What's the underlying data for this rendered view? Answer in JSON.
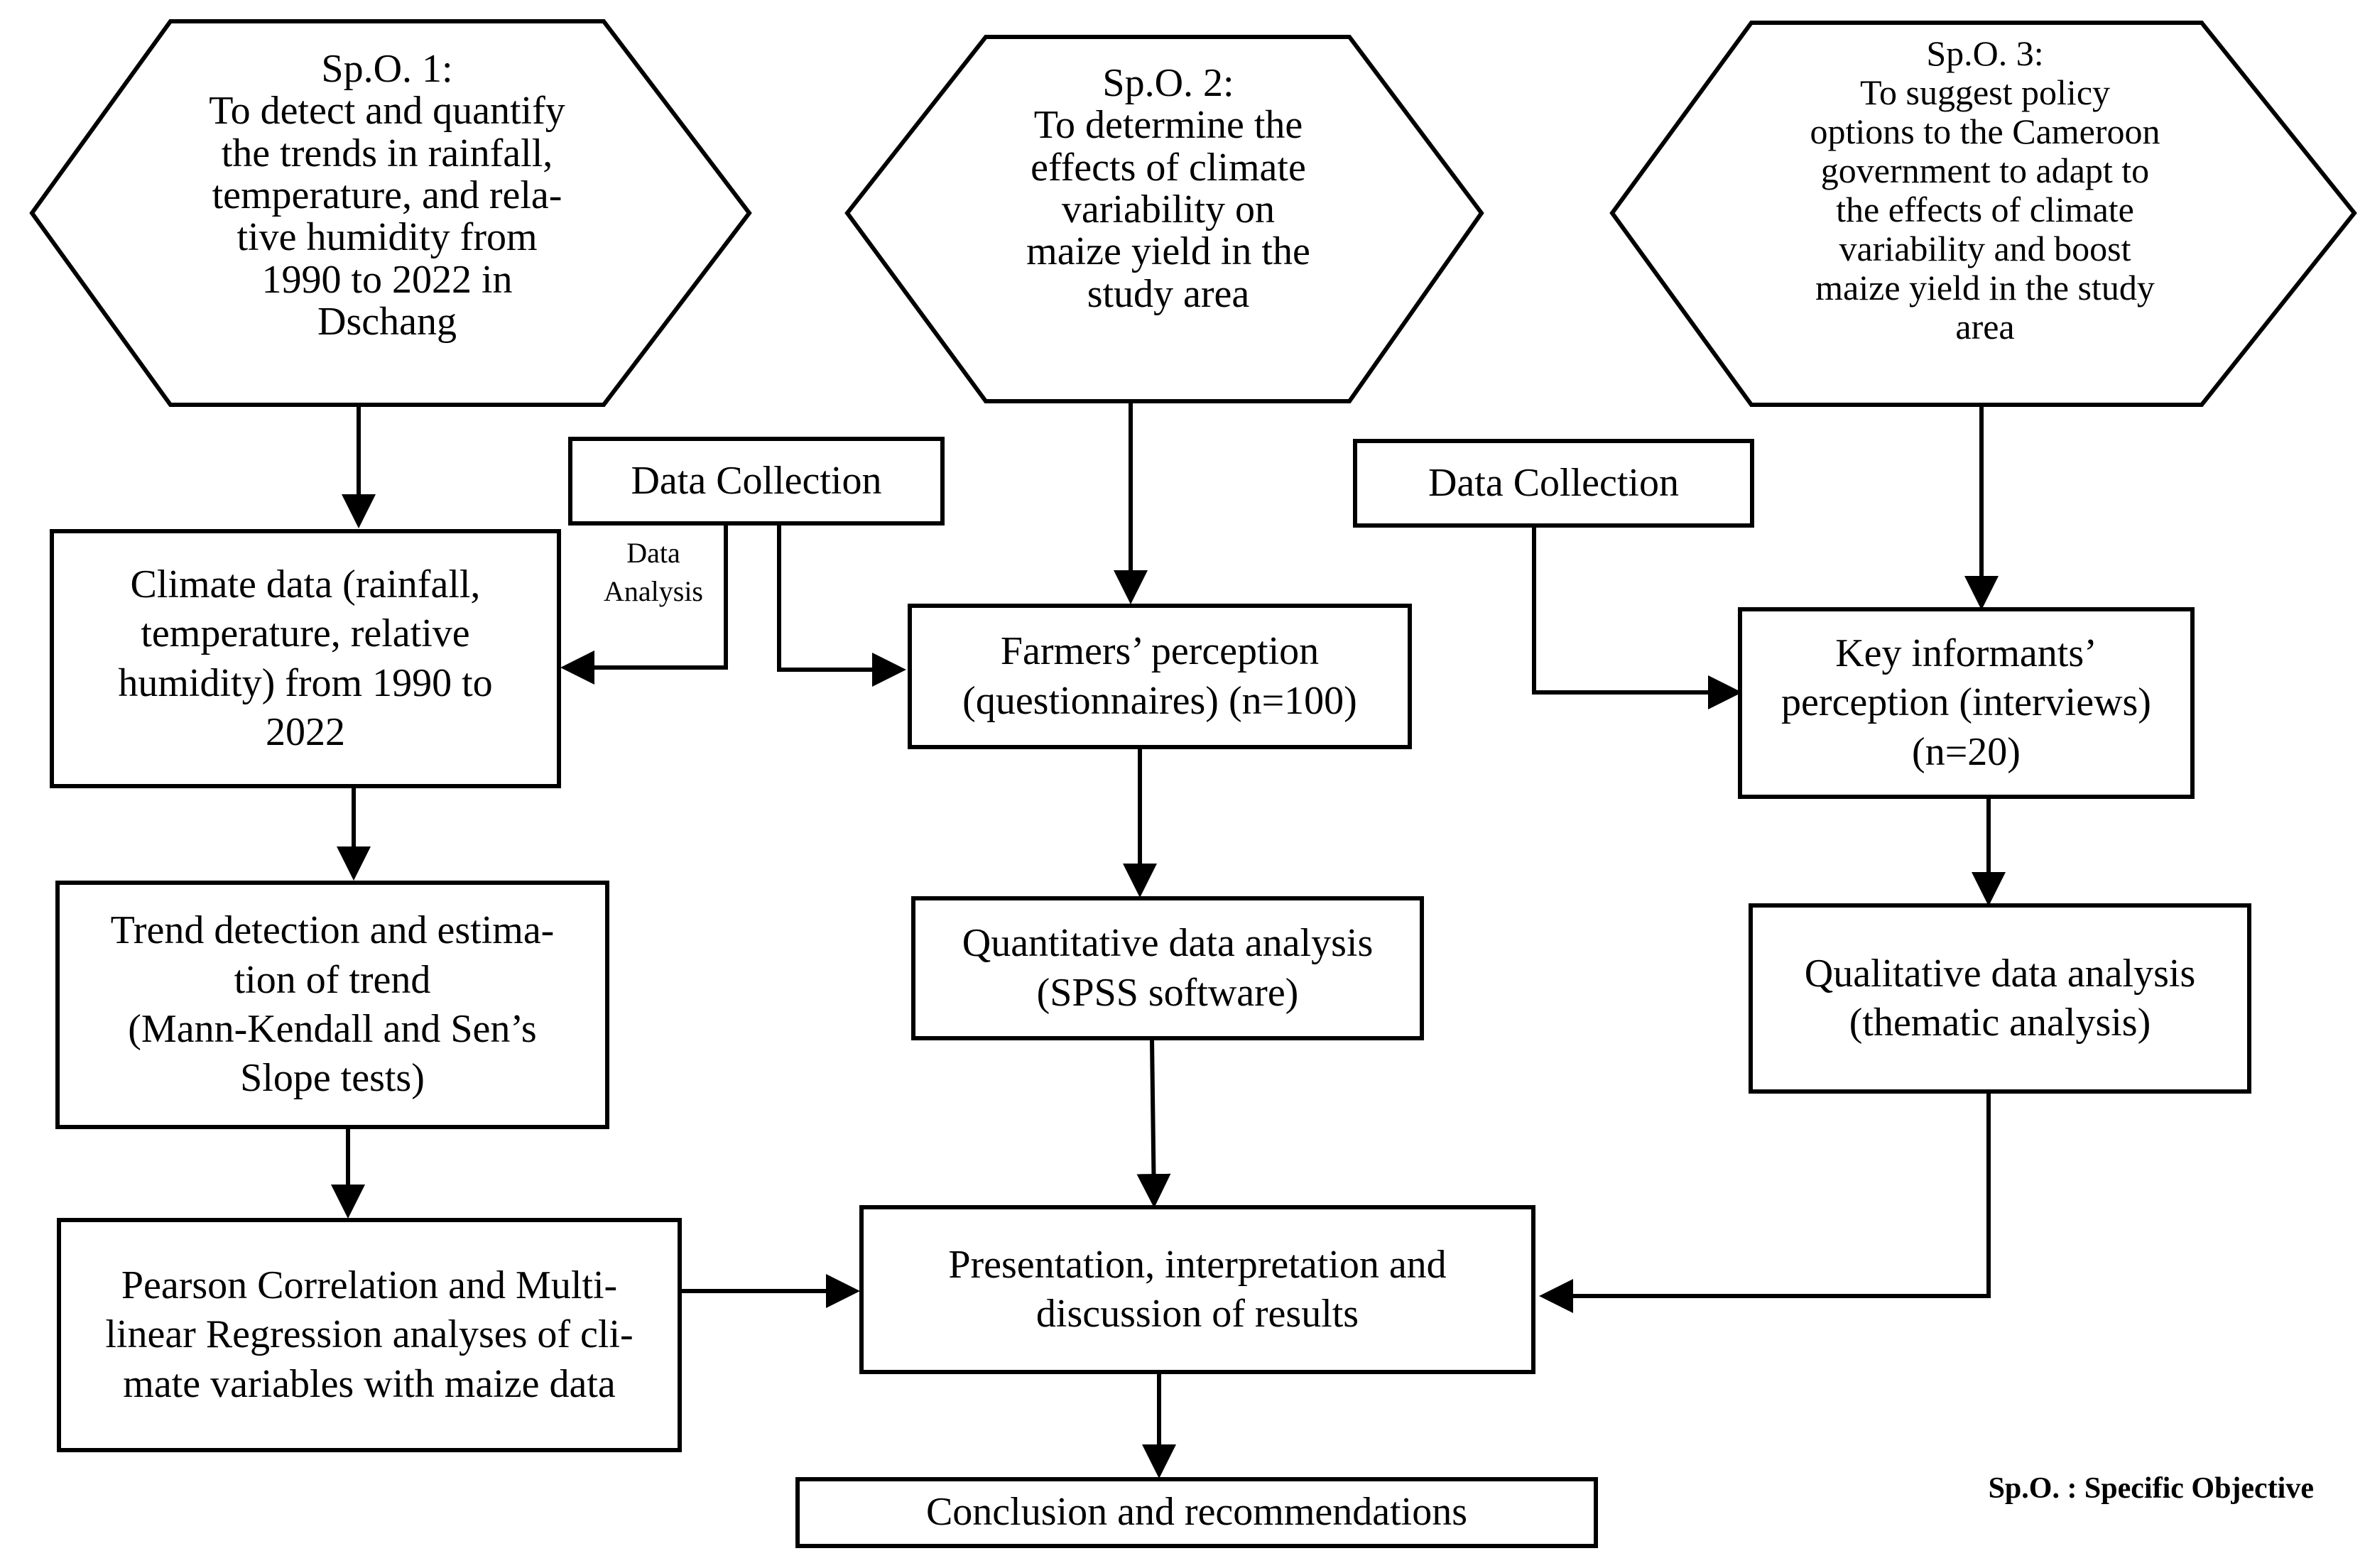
{
  "objectives": [
    {
      "title": "Sp.O. 1:",
      "text": "To detect and quantify\nthe trends in rainfall,\ntemperature, and rela-\ntive humidity from\n1990 to 2022 in\nDschang"
    },
    {
      "title": "Sp.O. 2:",
      "text": "To determine the\neffects of climate\nvariability on\nmaize yield in the\nstudy area"
    },
    {
      "title": "Sp.O. 3:",
      "text": "To suggest policy\noptions to the Cameroon\ngovernment to adapt to\nthe effects of climate\nvariability and boost\nmaize yield in the study\narea"
    }
  ],
  "boxes": {
    "data_collection_1": "Data Collection",
    "data_analysis_label": "Data\nAnalysis",
    "climate_data": "Climate data (rainfall,\ntemperature, relative\nhumidity) from 1990 to\n2022",
    "trend_detection": "Trend detection and estima-\ntion of trend\n(Mann-Kendall and Sen’s\nSlope tests)",
    "pearson_regression": "Pearson Correlation and Multi-\nlinear Regression analyses of cli-\nmate variables with maize data",
    "farmers_perception": "Farmers’ perception\n(questionnaires) (n=100)",
    "quantitative_analysis": "Quantitative data analysis\n(SPSS software)",
    "presentation": "Presentation, interpretation and\ndiscussion of results",
    "conclusion": "Conclusion and recommendations",
    "data_collection_2": "Data Collection",
    "key_informants": "Key informants’\nperception (interviews)\n(n=20)",
    "qualitative_analysis": "Qualitative data analysis\n(thematic analysis)"
  },
  "legend": "Sp.O. : Specific Objective"
}
